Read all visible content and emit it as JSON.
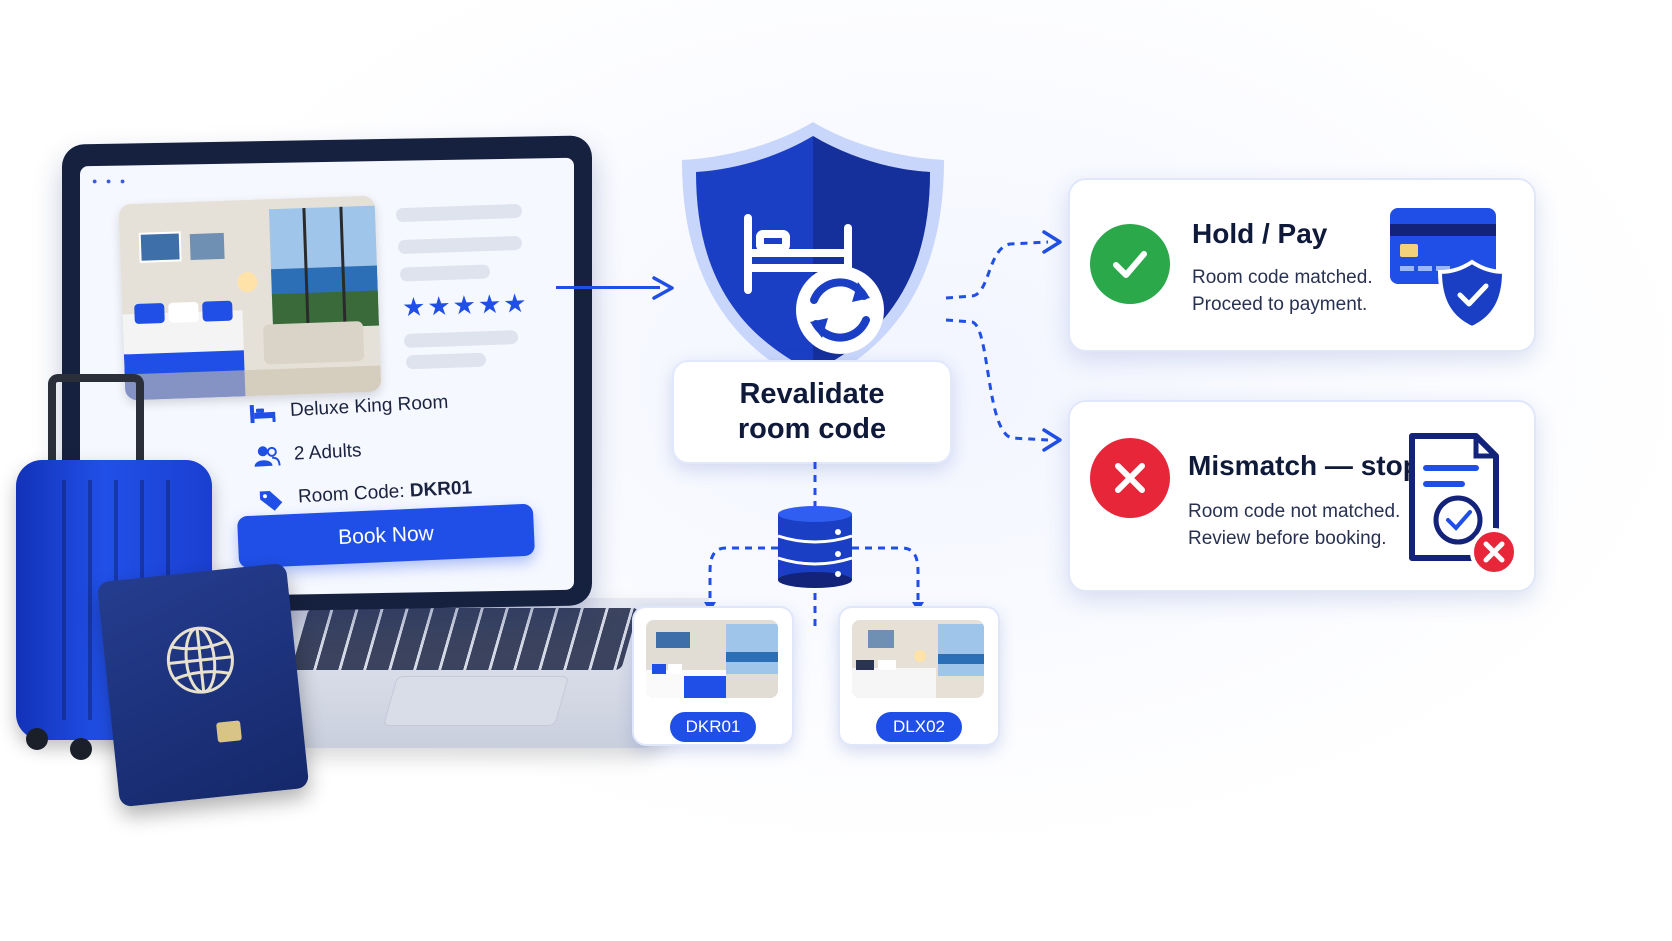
{
  "listing": {
    "room_name": "Deluxe King Room",
    "guests": "2 Adults",
    "room_code_label": "Room Code: ",
    "room_code_value": "DKR01",
    "rating_stars": 5,
    "book_button": "Book Now",
    "icons": [
      "bed-icon",
      "users-icon",
      "tag-icon"
    ]
  },
  "process": {
    "title_line1": "Revalidate",
    "title_line2": "room code",
    "shield_icons": [
      "bed-icon",
      "refresh-icon"
    ],
    "database_icon": "database-icon"
  },
  "inventory": [
    {
      "code": "DKR01"
    },
    {
      "code": "DLX02"
    }
  ],
  "outcomes": {
    "success": {
      "title": "Hold / Pay",
      "line1": "Room code matched.",
      "line2": "Proceed to payment.",
      "icon": "check-icon",
      "side_icon": "credit-card-shield-icon",
      "color": "#2aa84a"
    },
    "failure": {
      "title": "Mismatch — stop",
      "line1": "Room code not matched.",
      "line2": "Review before booking.",
      "icon": "x-icon",
      "side_icon": "document-error-icon",
      "color": "#e8263a"
    }
  },
  "colors": {
    "accent": "#1f4fe6",
    "navy": "#13237a",
    "text_dark": "#0f1a3a"
  }
}
